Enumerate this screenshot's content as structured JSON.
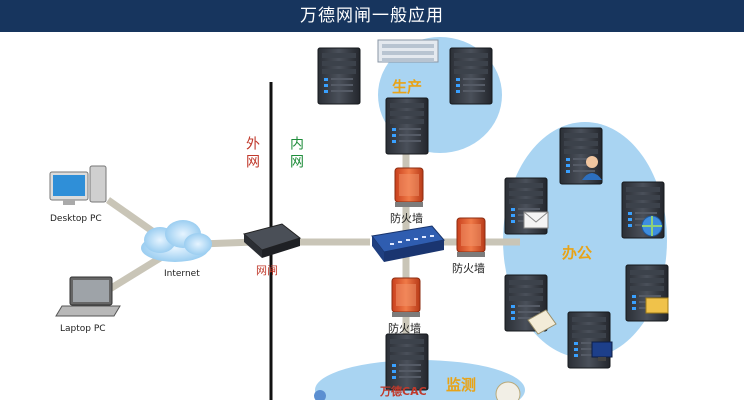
{
  "title": "万德网闸一般应用",
  "side_labels": {
    "outer": "外网",
    "inner": "内网"
  },
  "nodes": {
    "desktop": "Desktop PC",
    "laptop": "Laptop PC",
    "internet": "Internet",
    "gatekeeper": "网闸",
    "firewall_top": "防火墙",
    "firewall_right": "防火墙",
    "firewall_bottom": "防火墙",
    "cac": "万德CAC"
  },
  "zones": {
    "production": "生产",
    "office": "办公",
    "monitor": "监测"
  },
  "colors": {
    "title_bg": "#17355e",
    "zone_fill": "#a9d4f2",
    "link": "#c9c5b7",
    "firewall": "#e0552a",
    "outer_label": "#c0392b",
    "inner_label": "#1e8c3a",
    "zone_label": "#e8a317"
  }
}
